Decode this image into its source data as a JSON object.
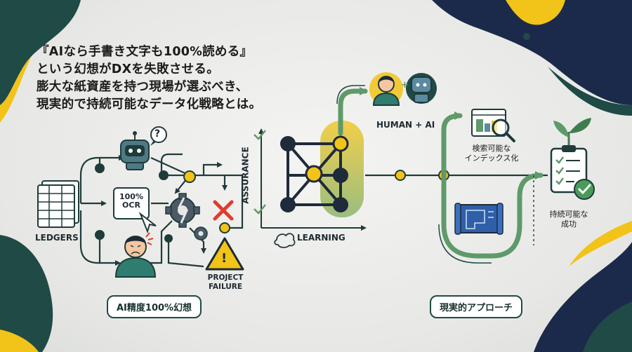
{
  "headline": {
    "line1": "『AIなら手書き文字も100%読める』",
    "line2": "という幻想がDXを失敗させる。",
    "line3": "膨大な紙資産を持つ現場が選ぶべき、",
    "line4": "現実的で持続可能なデータ化戦略とは。"
  },
  "left": {
    "ledgers": "LEDGERS",
    "ocr_line1": "100%",
    "ocr_line2": "OCR",
    "project_failure_line1": "PROJECT",
    "project_failure_line2": "FAILURE",
    "question_mark": "?",
    "exclamation": "!",
    "footer_pill": "AI精度100%幻想"
  },
  "middle": {
    "assurance": "ASSURANCE",
    "learning": "LEARNING"
  },
  "right": {
    "human_ai": "HUMAN + AI",
    "plus": "+",
    "index_line1": "検索可能な",
    "index_line2": "インデックス化",
    "success_line1": "持続可能な",
    "success_line2": "成功",
    "footer_pill": "現実的アプローチ"
  },
  "colors": {
    "dark_teal": "#1f4a45",
    "navy": "#1b2a4a",
    "yellow": "#f2c318",
    "green": "#6aa06e",
    "red": "#e23b2e"
  }
}
